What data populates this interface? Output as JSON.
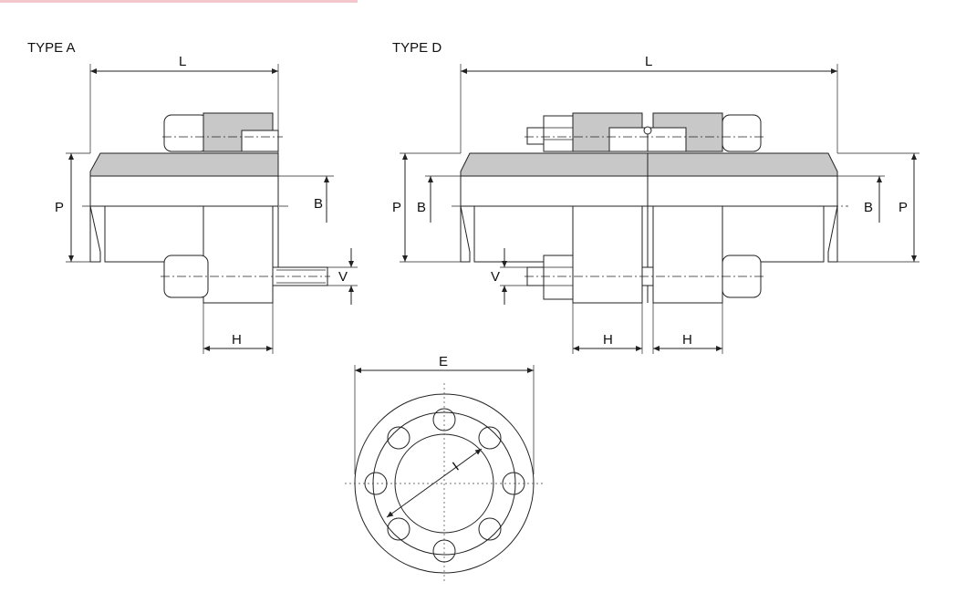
{
  "labels": {
    "type_a": "TYPE A",
    "type_d": "TYPE D",
    "L": "L",
    "P": "P",
    "B": "B",
    "V": "V",
    "H": "H",
    "E": "E",
    "I": "I"
  },
  "colors": {
    "accent": "#f4c7cc",
    "fill": "#c8c8c8",
    "line": "#222222"
  }
}
